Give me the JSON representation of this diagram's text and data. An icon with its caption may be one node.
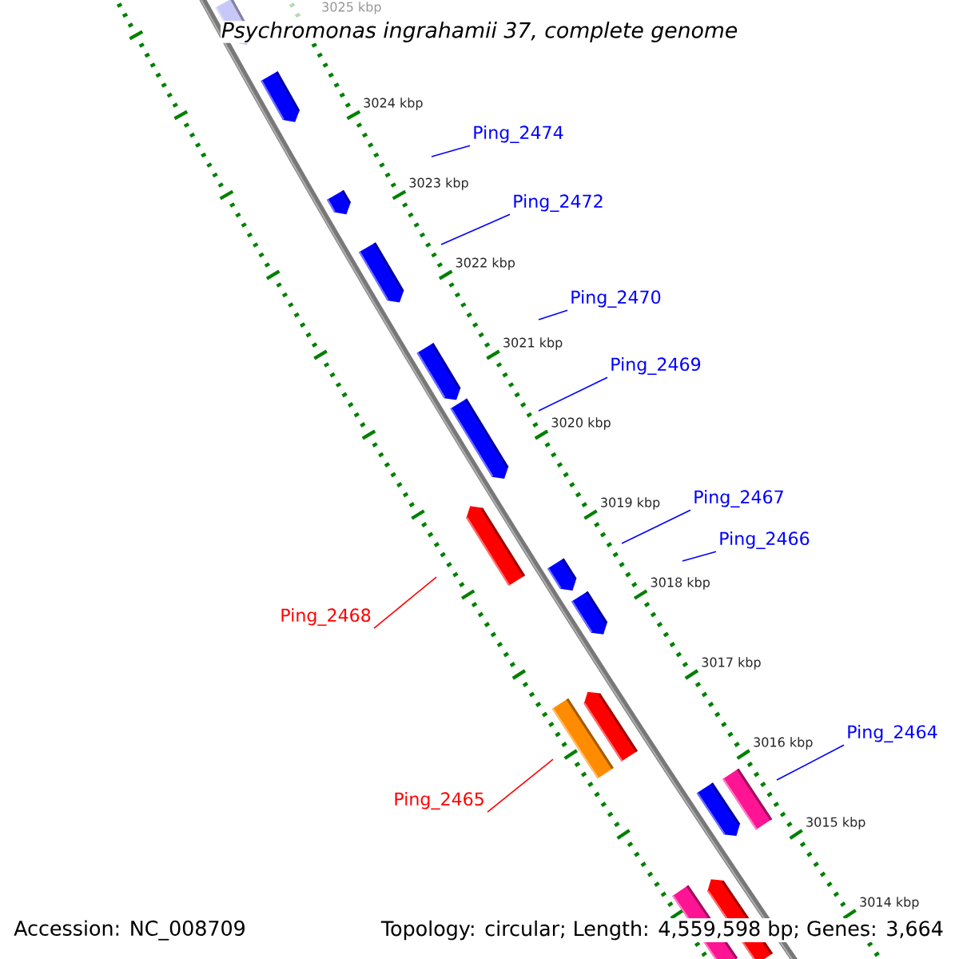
{
  "diagram": {
    "title": "Psychromonas ingrahamii 37, complete genome",
    "nodes": [
      {
        "text": [
          "Ping_2474"
        ]
      },
      {
        "text": [
          "Ping_2472"
        ]
      },
      {
        "text": [
          "Ping_2470"
        ]
      },
      {
        "text": [
          "Ping_2469"
        ]
      },
      {
        "text": [
          "Ping_2467"
        ]
      },
      {
        "text": [
          "Ping_2466"
        ]
      },
      {
        "text": [
          "Ping_2468"
        ]
      },
      {
        "text": [
          "Ping_2464"
        ]
      },
      {
        "text": [
          "Ping_2465"
        ]
      }
    ],
    "edges": [
      {
        "from": 0,
        "to": null,
        "arrow": "none"
      },
      {
        "from": 1,
        "to": null,
        "arrow": "none"
      },
      {
        "from": 2,
        "to": null,
        "arrow": "none"
      },
      {
        "from": 3,
        "to": null,
        "arrow": "none"
      },
      {
        "from": 4,
        "to": null,
        "arrow": "none"
      },
      {
        "from": 5,
        "to": null,
        "arrow": "none"
      },
      {
        "from": 6,
        "to": null,
        "arrow": "none",
        "color": "#ff0000"
      },
      {
        "from": 7,
        "to": null,
        "arrow": "none"
      },
      {
        "from": 8,
        "to": null,
        "arrow": "none",
        "color": "#ff0000"
      }
    ],
    "labels": [
      "3025 kbp",
      "3024 kbp",
      "3023 kbp",
      "3022 kbp",
      "3021 kbp",
      "3020 kbp",
      "3019 kbp",
      "3018 kbp",
      "3017 kbp",
      "3016 kbp",
      "3015 kbp",
      "3014 kbp",
      "Accession: NC_008709",
      "Topology: circular; Length: 4,559,598 bp; Genes: 3,664"
    ]
  }
}
